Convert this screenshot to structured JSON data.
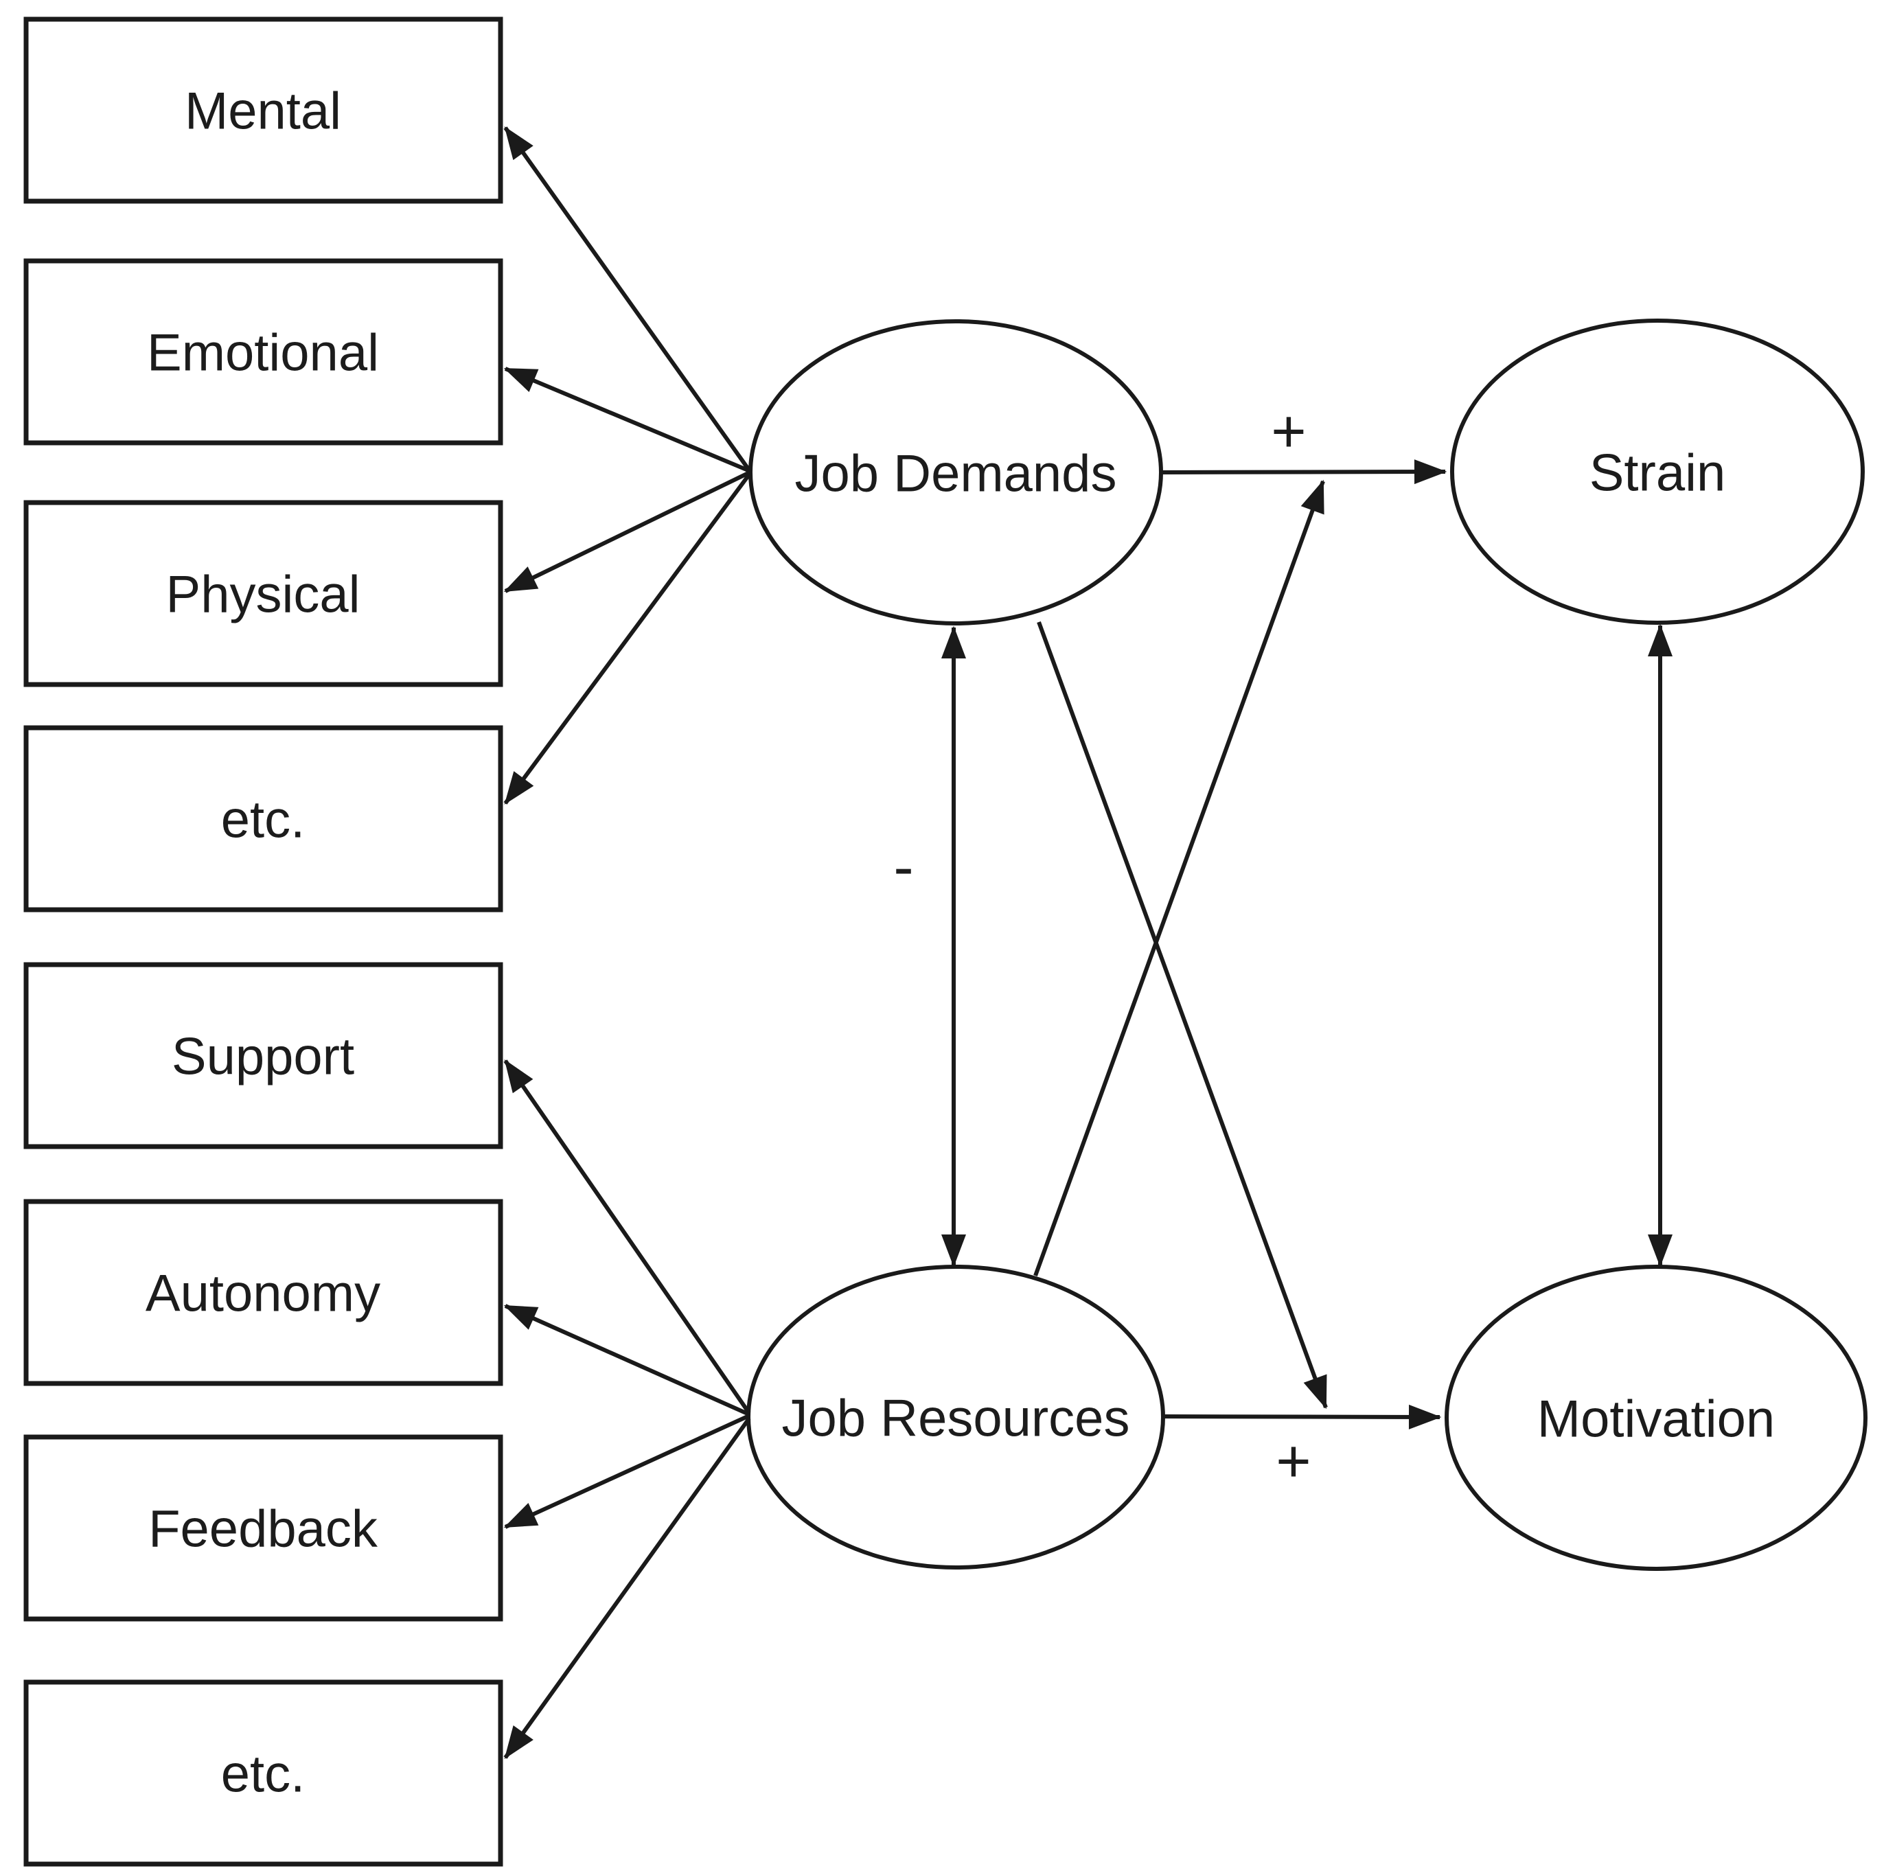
{
  "colors": {
    "background": "#ffffff",
    "stroke": "#1a1a1a",
    "text": "#1c1c1c"
  },
  "labels": {
    "demand_indicators": [
      "Mental",
      "Emotional",
      "Physical",
      "etc."
    ],
    "resource_indicators": [
      "Support",
      "Autonomy",
      "Feedback",
      "etc."
    ],
    "latent": {
      "job_demands": "Job Demands",
      "job_resources": "Job Resources",
      "strain": "Strain",
      "motivation": "Motivation"
    },
    "signs": {
      "demands_strain": "+",
      "resources_motivation": "+",
      "demands_resources_correlation": "-"
    }
  },
  "edges": [
    {
      "from": "Job Demands",
      "to": "Mental",
      "style": "single-arrow"
    },
    {
      "from": "Job Demands",
      "to": "Emotional",
      "style": "single-arrow"
    },
    {
      "from": "Job Demands",
      "to": "Physical",
      "style": "single-arrow"
    },
    {
      "from": "Job Demands",
      "to": "etc.",
      "style": "single-arrow"
    },
    {
      "from": "Job Resources",
      "to": "Support",
      "style": "single-arrow"
    },
    {
      "from": "Job Resources",
      "to": "Autonomy",
      "style": "single-arrow"
    },
    {
      "from": "Job Resources",
      "to": "Feedback",
      "style": "single-arrow"
    },
    {
      "from": "Job Resources",
      "to": "etc.",
      "style": "single-arrow"
    },
    {
      "from": "Job Demands",
      "to": "Strain",
      "sign": "+",
      "style": "single-arrow"
    },
    {
      "from": "Job Resources",
      "to": "Motivation",
      "sign": "+",
      "style": "single-arrow"
    },
    {
      "from": "Job Demands",
      "to": "Job Resources",
      "sign": "-",
      "style": "double-arrow"
    },
    {
      "from": "Strain",
      "to": "Motivation",
      "style": "double-arrow"
    },
    {
      "from": "Job Demands",
      "to": "Job Resources-Motivation path",
      "style": "single-arrow"
    },
    {
      "from": "Job Resources",
      "to": "Job Demands-Strain path",
      "style": "single-arrow"
    }
  ]
}
